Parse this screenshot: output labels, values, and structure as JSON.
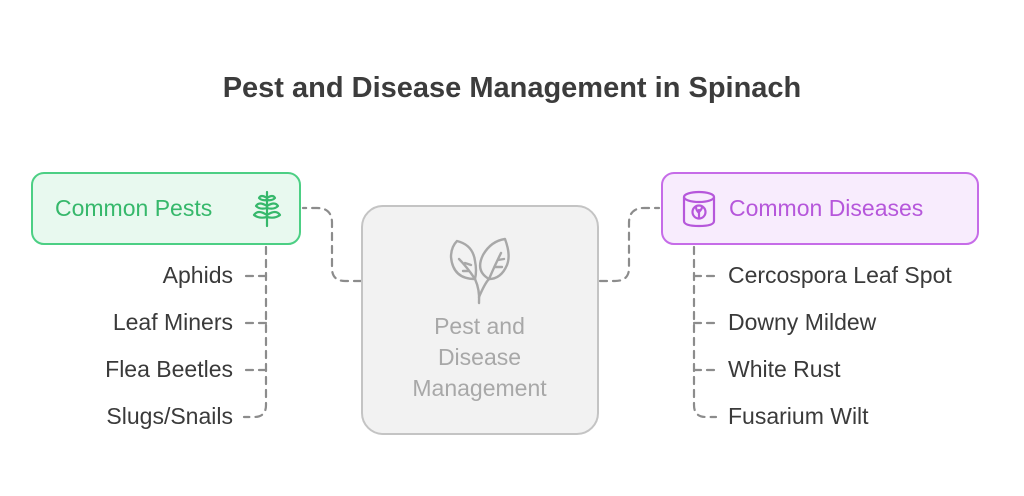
{
  "title": "Pest and Disease Management in Spinach",
  "center": {
    "line1": "Pest and",
    "line2": "Disease",
    "line3": "Management",
    "icon": "leaf-sprout-icon"
  },
  "pests": {
    "label": "Common Pests",
    "icon": "fern-icon",
    "color": "#4ccf84",
    "items": [
      "Aphids",
      "Leaf Miners",
      "Flea Beetles",
      "Slugs/Snails"
    ]
  },
  "diseases": {
    "label": "Common Diseases",
    "icon": "petri-dish-icon",
    "color": "#c66ce8",
    "items": [
      "Cercospora Leaf Spot",
      "Downy Mildew",
      "White Rust",
      "Fusarium Wilt"
    ]
  }
}
